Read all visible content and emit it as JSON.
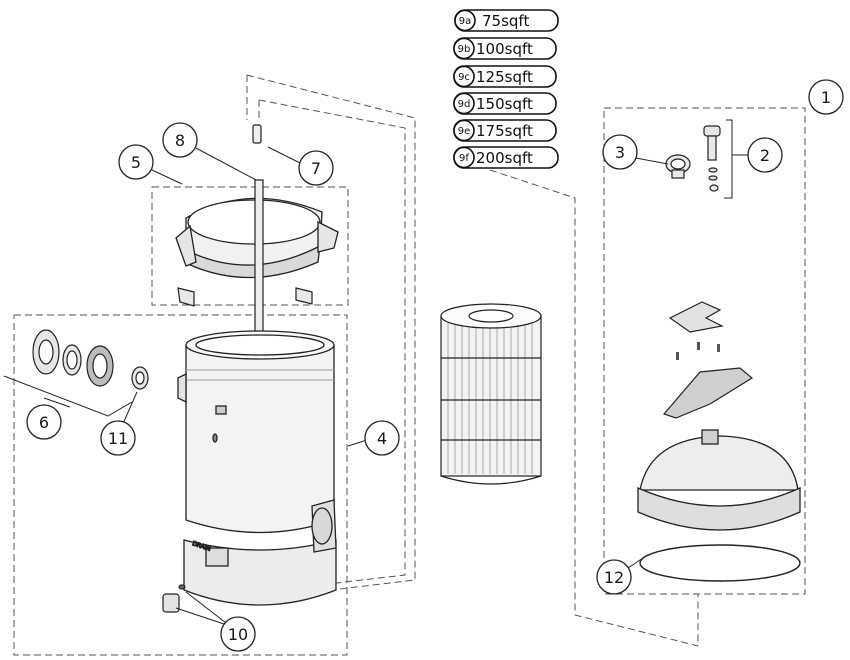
{
  "callouts": {
    "c1": "1",
    "c2": "2",
    "c3": "3",
    "c4": "4",
    "c5": "5",
    "c6": "6",
    "c7": "7",
    "c8": "8",
    "c10": "10",
    "c11": "11",
    "c12": "12"
  },
  "cartridge_sizes": [
    {
      "id": "9a",
      "label": "75sqft"
    },
    {
      "id": "9b",
      "label": "100sqft"
    },
    {
      "id": "9c",
      "label": "125sqft"
    },
    {
      "id": "9d",
      "label": "150sqft"
    },
    {
      "id": "9e",
      "label": "175sqft"
    },
    {
      "id": "9f",
      "label": "200sqft"
    }
  ],
  "labels": {
    "drain": "DRAIN"
  },
  "colors": {
    "line": "#1a1a1a",
    "part_fill": "#f2f2f2",
    "shade": "#d6d6d6",
    "dark": "#555555"
  }
}
